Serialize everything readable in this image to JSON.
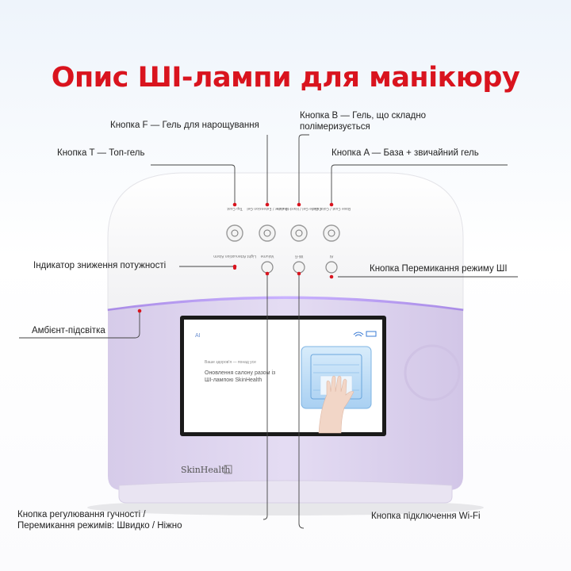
{
  "title": "Опис ШІ-лампи для манікюру",
  "colors": {
    "accent": "#d9141e",
    "lamp_body": "#ffffff",
    "band": "#d8cdec",
    "screen_bg": "#ffffff"
  },
  "labels": {
    "btn_f": "Кнопка F — Гель для нарощування",
    "btn_b_line1": "Кнопка B — Гель, що складно",
    "btn_b_line2": "полімеризується",
    "btn_t": "Кнопка T — Топ-гель",
    "btn_a": "Кнопка A — База + звичайний гель",
    "power_indicator": "Індикатор зниження потужності",
    "mode_switch": "Кнопка Перемикання режиму ШІ",
    "ambient": "Амбієнт-підсвітка",
    "volume_line1": "Кнопка регулювання гучності /",
    "volume_line2": "Перемикання режимів: Швидко / Ніжно",
    "wifi": "Кнопка підключення Wi-Fi"
  },
  "device": {
    "brand": "SkinHealth",
    "screen": {
      "logo": "AI",
      "small_line": "Ваше здоров'я — понад усе",
      "headline_line1": "Оновлення салону разом із",
      "headline_line2": "ШІ-лампою SkinHealth"
    },
    "button_labels": [
      "Top Coat",
      "Builder / Extension Gel",
      "Cuticle Gel / Hard-to-cure",
      "Base Coat / Color Gel"
    ],
    "small_labels": [
      "Light Attenuation Alarm",
      "Volume",
      "Wi-Fi",
      "AI"
    ]
  }
}
